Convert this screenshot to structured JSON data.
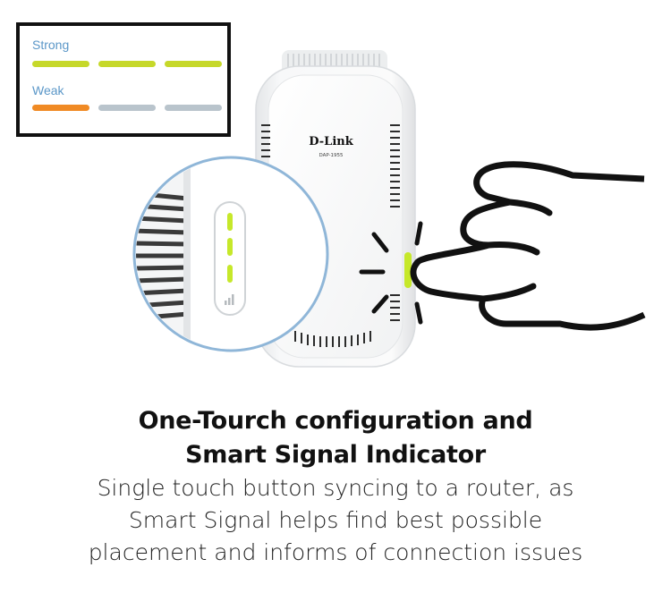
{
  "legend": {
    "strong_label": "Strong",
    "weak_label": "Weak",
    "strong_segments": [
      "#c6d82a",
      "#c6d82a",
      "#c6d82a"
    ],
    "weak_segments": [
      "#f08a24",
      "#b9c4cc",
      "#b9c4cc"
    ],
    "label_color": "#5b97c8"
  },
  "device": {
    "brand": "D-Link",
    "model": "DAP-1955",
    "led_color": "#c6e82a",
    "led_level_lit": 3,
    "signal_icon": "signal-bars-icon",
    "hand_icon": "pointing-hand-icon"
  },
  "caption": {
    "title_line1": "One-Tourch configuration and",
    "title_line2": "Smart Signal Indicator",
    "body_line1": "Single touch button syncing to a router, as",
    "body_line2": "Smart Signal helps find best possible",
    "body_line3": "placement and informs of connection issues"
  }
}
